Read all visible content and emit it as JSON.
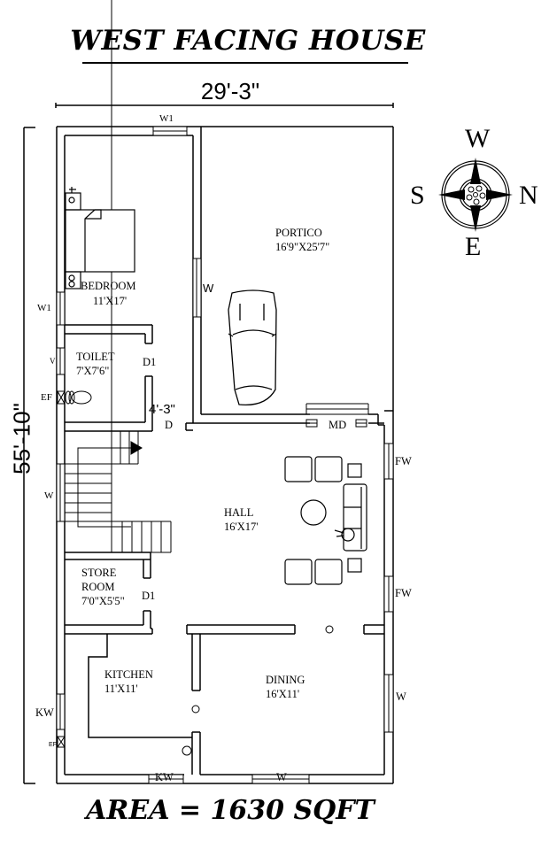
{
  "title": "WEST FACING HOUSE",
  "dimensions": {
    "width": "29'-3\"",
    "length": "55'-10\""
  },
  "area_label": "AREA = 1630 SQFT",
  "compass": {
    "top": "W",
    "bottom": "E",
    "left": "S",
    "right": "N"
  },
  "rooms": {
    "bedroom": {
      "name": "BEDROOM",
      "size": "11'X17'"
    },
    "toilet": {
      "name": "TOILET",
      "size": "7'X7'6\""
    },
    "portico": {
      "name": "PORTICO",
      "size": "16'9\"X25'7\""
    },
    "hall": {
      "name": "HALL",
      "size": "16'X17'"
    },
    "store": {
      "name_line1": "STORE",
      "name_line2": "ROOM",
      "size": "7'0\"X5'5\""
    },
    "kitchen": {
      "name": "KITCHEN",
      "size": "11'X11'"
    },
    "dining": {
      "name": "DINING",
      "size": "16'X11'"
    }
  },
  "openings": {
    "w1_top": "W1",
    "w1_left": "W1",
    "v_toilet": "V",
    "ef_toilet": "EF",
    "d1_toilet": "D1",
    "passage_width": "4'-3\"",
    "d_passage": "D",
    "w_portico": "W",
    "md": "MD",
    "w_stair": "W",
    "fw_1": "FW",
    "fw_2": "FW",
    "d1_store": "D1",
    "kw_left": "KW",
    "ef_kitchen": "EF",
    "kw_bottom": "KW",
    "w_bottom": "W",
    "w_right": "W"
  }
}
